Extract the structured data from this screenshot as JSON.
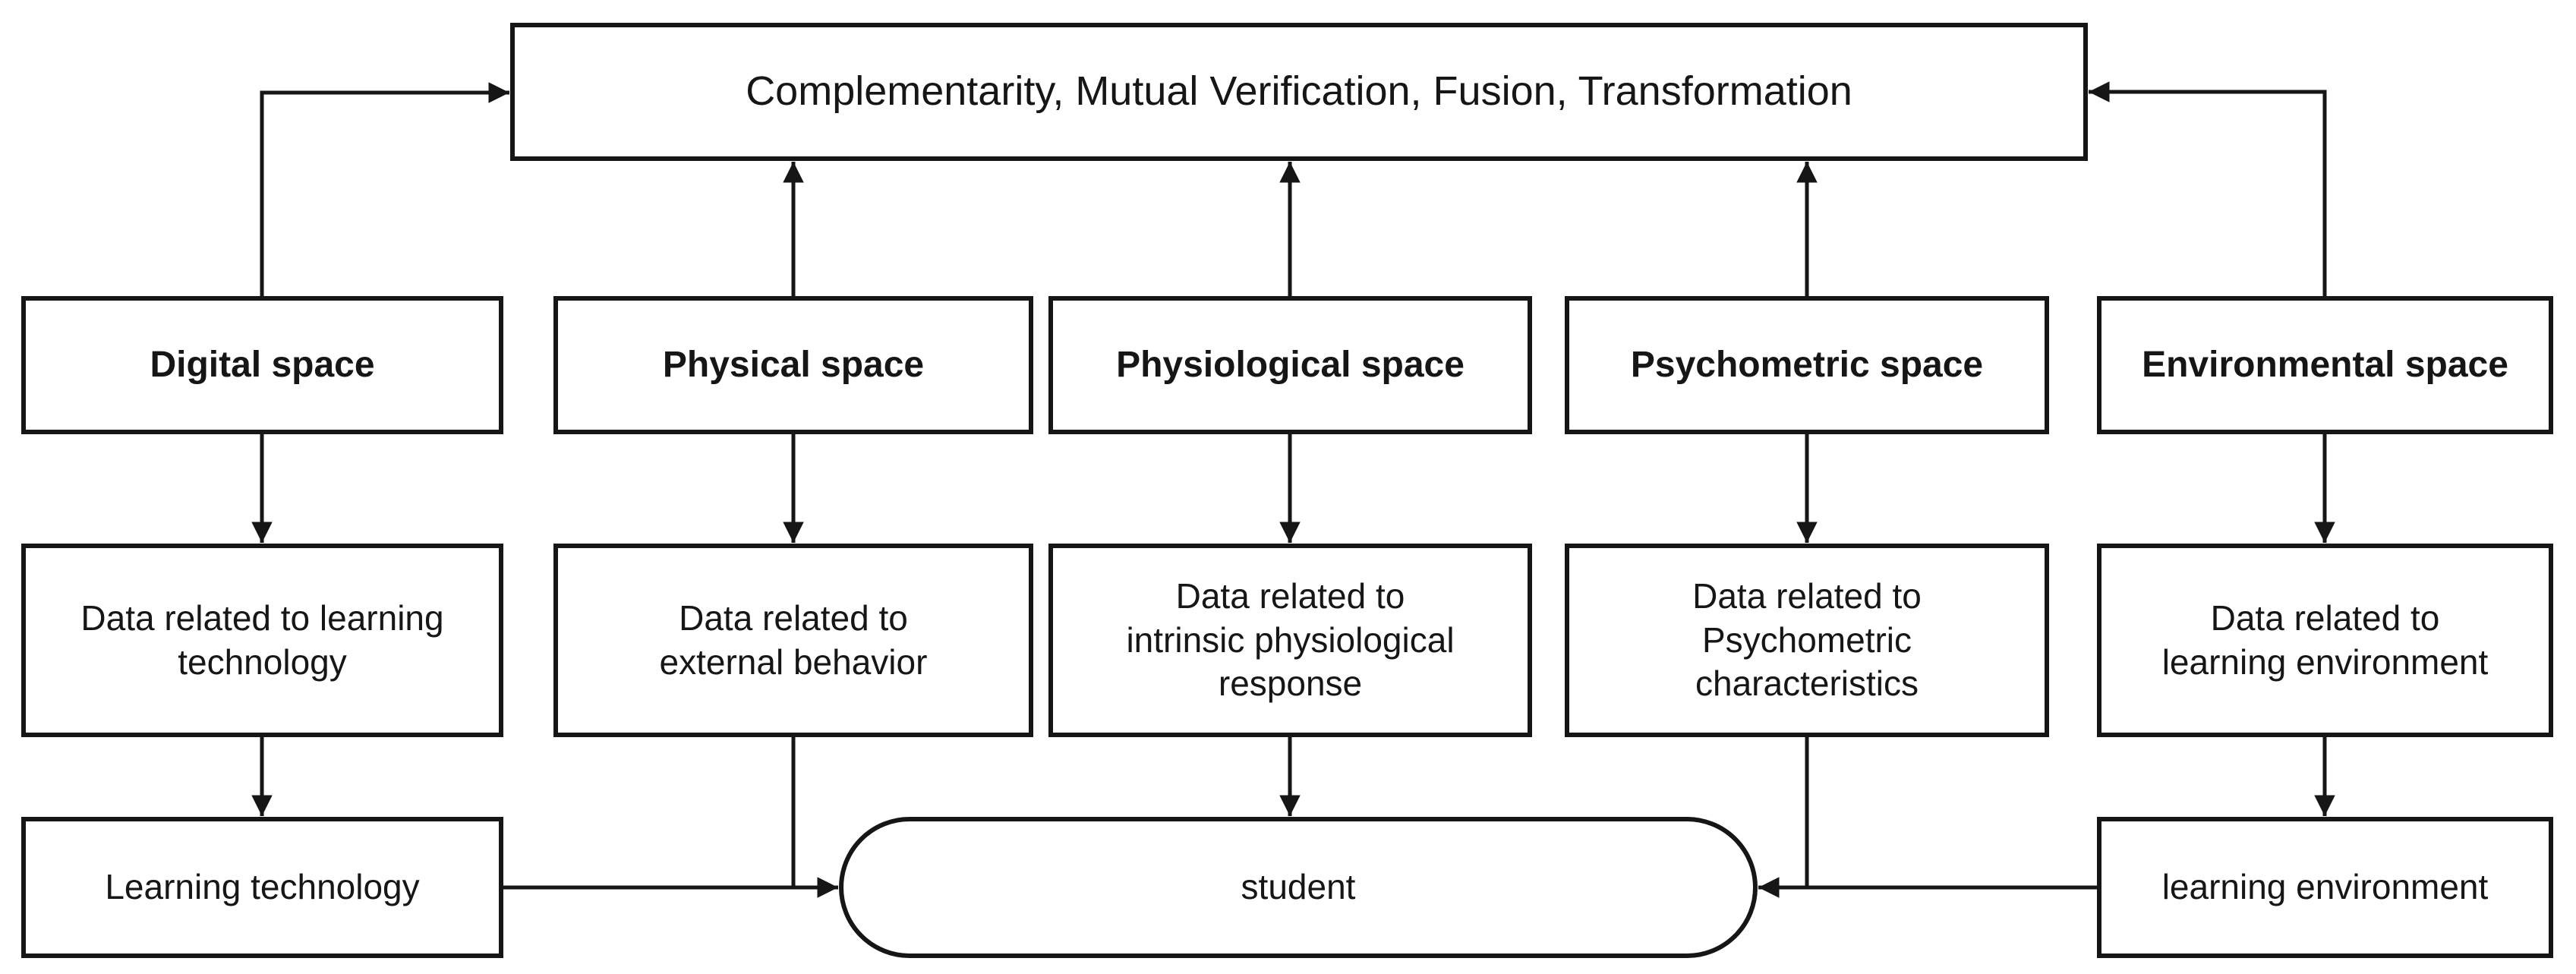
{
  "diagram": {
    "top_box": {
      "label": "Complementarity, Mutual Verification, Fusion, Transformation"
    },
    "columns": [
      {
        "id": "digital",
        "space_label": "Digital space",
        "data_label": "Data related to learning\ntechnology"
      },
      {
        "id": "physical",
        "space_label": "Physical space",
        "data_label": "Data related to\nexternal behavior"
      },
      {
        "id": "physiological",
        "space_label": "Physiological space",
        "data_label": "Data related to\nintrinsic physiological\nresponse"
      },
      {
        "id": "psychometric",
        "space_label": "Psychometric space",
        "data_label": "Data related to\nPsychometric\ncharacteristics"
      },
      {
        "id": "environmental",
        "space_label": "Environmental space",
        "data_label": "Data related to\nlearning environment"
      }
    ],
    "bottom": {
      "learning_technology": "Learning technology",
      "student": "student",
      "learning_environment": "learning environment"
    },
    "colors": {
      "line": "#161616",
      "background": "#ffffff",
      "box_fill": "#ffffff",
      "text": "#161616"
    }
  }
}
